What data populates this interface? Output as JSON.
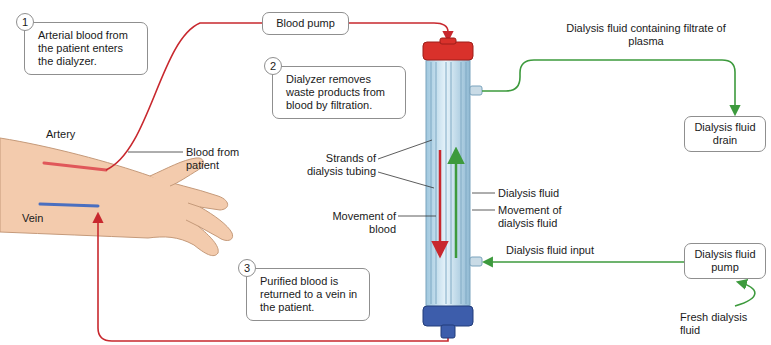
{
  "diagram": {
    "nodes": [
      {
        "text": [
          "1",
          "Arterial blood from the patient enters the dialyzer."
        ]
      },
      {
        "text": [
          "Blood pump"
        ]
      },
      {
        "text": [
          "2",
          "Dialyzer removes waste products from blood by filtration."
        ]
      },
      {
        "text": [
          "Dialysis fluid drain"
        ]
      },
      {
        "text": [
          "Dialysis fluid pump"
        ]
      },
      {
        "text": [
          "3",
          "Purified blood is returned to a vein in the patient."
        ]
      }
    ],
    "labels": [
      "Dialysis fluid containing filtrate of plasma",
      "Artery",
      "Blood from patient",
      "Strands of dialysis tubing",
      "Dialysis fluid",
      "Movement of dialysis fluid",
      "Vein",
      "Movement of blood",
      "Dialysis fluid input",
      "Fresh dialysis fluid"
    ]
  }
}
